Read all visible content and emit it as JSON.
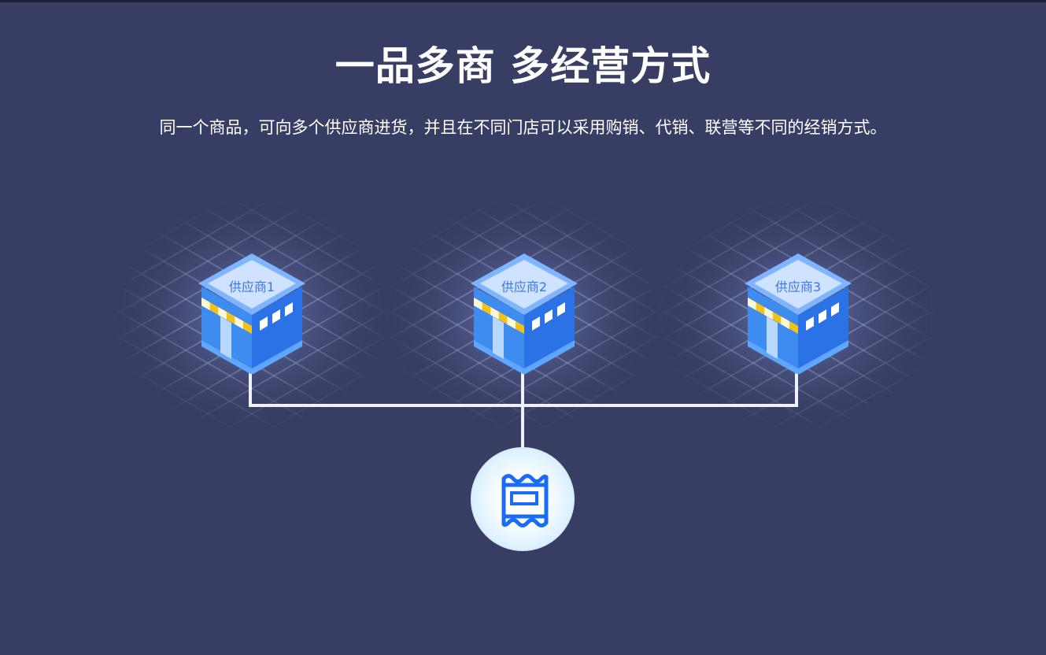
{
  "title": "一品多商 多经营方式",
  "subtitle": "同一个商品，可向多个供应商进货，并且在不同门店可以采用购销、代销、联营等不同的经销方式。",
  "suppliers": [
    {
      "label": "供应商1"
    },
    {
      "label": "供应商2"
    },
    {
      "label": "供应商3"
    }
  ],
  "colors": {
    "background": "#383d63",
    "store_blue": "#3e8cf0",
    "accent": "#1a6cf5"
  }
}
